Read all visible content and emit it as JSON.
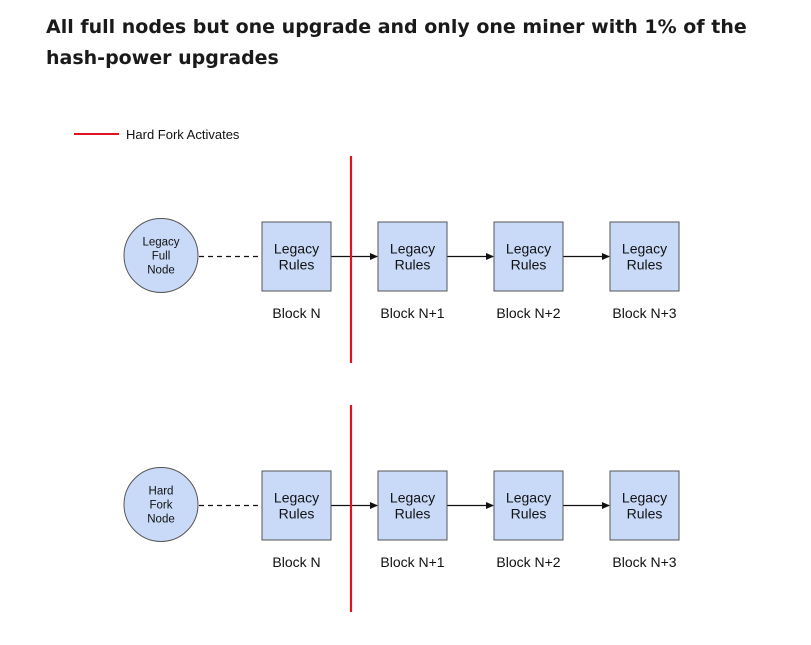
{
  "heading": "All full nodes but one upgrade and only one miner with 1% of the hash-power upgrades",
  "legend": {
    "label": "Hard Fork Activates",
    "color": "#e0141e"
  },
  "colors": {
    "block_fill": "#c9daf8",
    "node_fill": "#c9daf8",
    "stroke": "#555555"
  },
  "rows": [
    {
      "node": {
        "lines": [
          "Legacy",
          "Full",
          "Node"
        ]
      },
      "blocks": [
        {
          "lines": [
            "Legacy",
            "Rules"
          ],
          "caption": "Block N"
        },
        {
          "lines": [
            "Legacy",
            "Rules"
          ],
          "caption": "Block N+1"
        },
        {
          "lines": [
            "Legacy",
            "Rules"
          ],
          "caption": "Block N+2"
        },
        {
          "lines": [
            "Legacy",
            "Rules"
          ],
          "caption": "Block N+3"
        }
      ]
    },
    {
      "node": {
        "lines": [
          "Hard",
          "Fork",
          "Node"
        ]
      },
      "blocks": [
        {
          "lines": [
            "Legacy",
            "Rules"
          ],
          "caption": "Block N"
        },
        {
          "lines": [
            "Legacy",
            "Rules"
          ],
          "caption": "Block N+1"
        },
        {
          "lines": [
            "Legacy",
            "Rules"
          ],
          "caption": "Block N+2"
        },
        {
          "lines": [
            "Legacy",
            "Rules"
          ],
          "caption": "Block N+3"
        }
      ]
    }
  ]
}
